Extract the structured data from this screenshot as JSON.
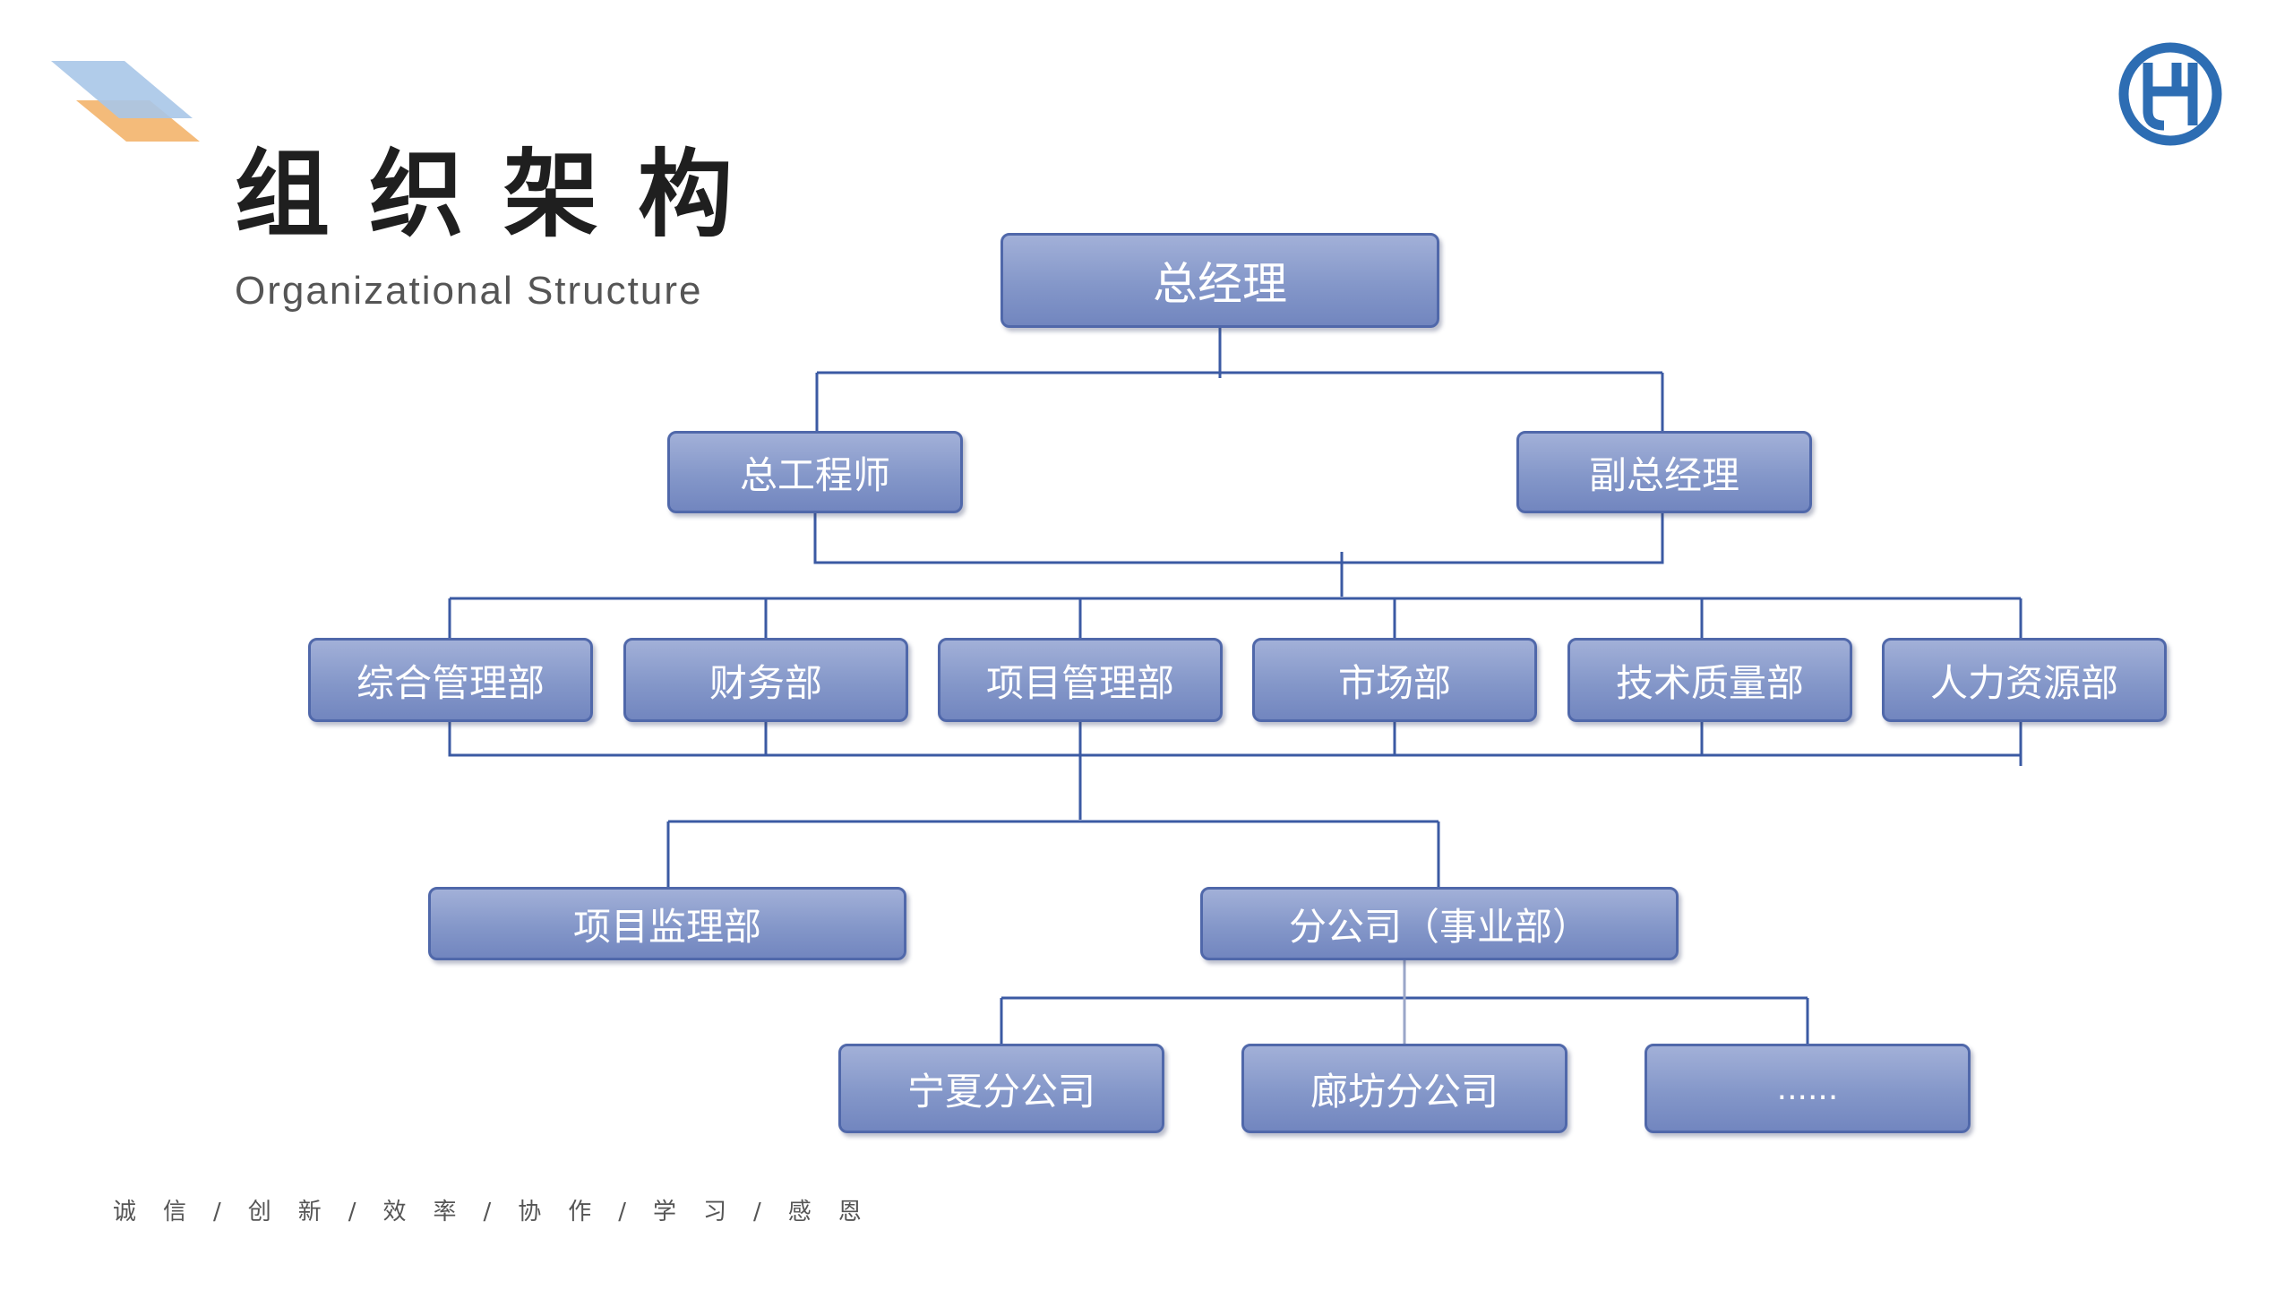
{
  "header": {
    "title_cn": "组织架构",
    "title_en": "Organizational Structure"
  },
  "colors": {
    "node_fill": "#8497c9",
    "node_border": "#5068aa",
    "connector": "#3b5aa3",
    "logo_blue": "#2d6db3",
    "logo_orange": "#f3b46b"
  },
  "icons": {
    "corner": "diagonal-stripes-icon",
    "brand": "hj-logo-icon"
  },
  "org_chart": {
    "ceo": {
      "label": "总经理"
    },
    "level2": [
      {
        "label": "总工程师"
      },
      {
        "label": "副总经理"
      }
    ],
    "departments": [
      {
        "label": "综合管理部"
      },
      {
        "label": "财务部"
      },
      {
        "label": "项目管理部"
      },
      {
        "label": "市场部"
      },
      {
        "label": "技术质量部"
      },
      {
        "label": "人力资源部"
      }
    ],
    "units": [
      {
        "label": "项目监理部"
      },
      {
        "label": "分公司（事业部）"
      }
    ],
    "branches": [
      {
        "label": "宁夏分公司"
      },
      {
        "label": "廊坊分公司"
      },
      {
        "label": "......"
      }
    ]
  },
  "footer": {
    "slogan": "诚信/创新/效率/协作/学习/感恩"
  }
}
